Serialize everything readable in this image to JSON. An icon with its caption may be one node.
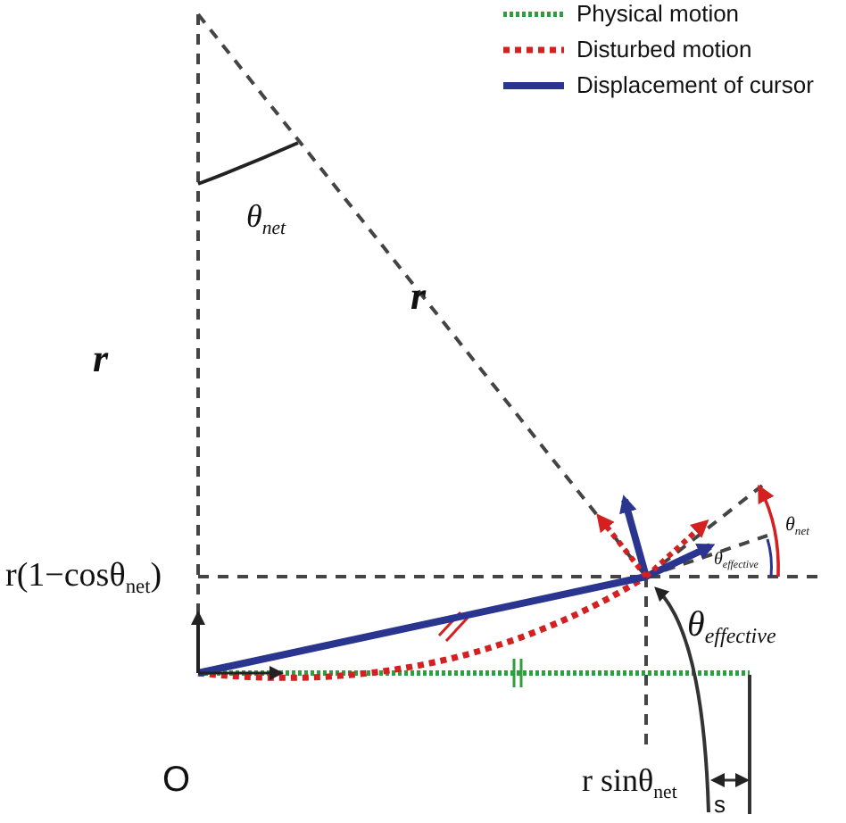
{
  "diagram": {
    "labels": [
      "θ$_{net}$",
      "r",
      "r",
      "r(1−cosθ$_{net}$)",
      "θ$_{net}$",
      "θ$_{effective}$",
      "θ$_{effective}$",
      "O",
      "r sinθ$_{net}$",
      "s"
    ],
    "legend": [
      {
        "text": "Physical motion"
      },
      {
        "text": "Disturbed motion"
      },
      {
        "text": "Displacement of cursor"
      }
    ]
  }
}
